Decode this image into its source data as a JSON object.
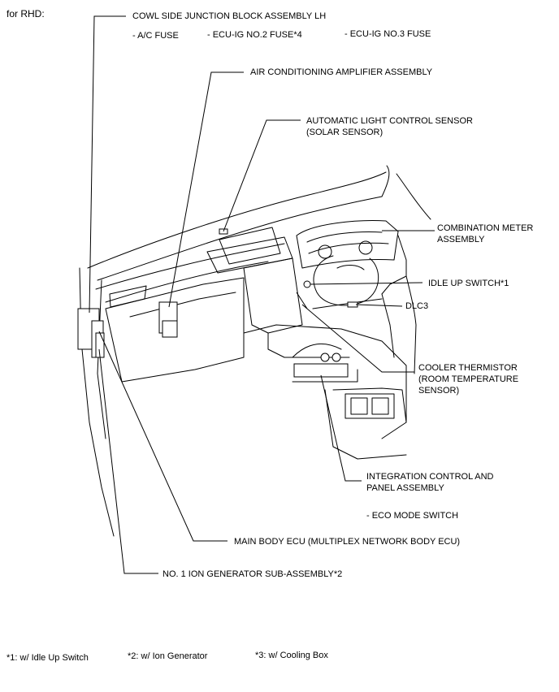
{
  "header": {
    "title": "for RHD:"
  },
  "labels": {
    "cowl_jb": "COWL SIDE JUNCTION BLOCK ASSEMBLY LH",
    "ac_fuse": "- A/C FUSE",
    "ecu_ig2": "- ECU-IG NO.2 FUSE*4",
    "ecu_ig3": "- ECU-IG NO.3 FUSE",
    "ac_amp": "AIR CONDITIONING AMPLIFIER ASSEMBLY",
    "solar_1": "AUTOMATIC LIGHT CONTROL SENSOR",
    "solar_2": "(SOLAR SENSOR)",
    "meter_1": "COMBINATION METER",
    "meter_2": "ASSEMBLY",
    "idle_up": "IDLE UP SWITCH*1",
    "dlc3": "DLC3",
    "cooler_1": "COOLER THERMISTOR",
    "cooler_2": "(ROOM TEMPERATURE",
    "cooler_3": "SENSOR)",
    "icp_1": "INTEGRATION CONTROL AND",
    "icp_2": "PANEL ASSEMBLY",
    "eco": "- ECO MODE SWITCH",
    "main_ecu": "MAIN BODY ECU (MULTIPLEX NETWORK BODY ECU)",
    "ion_gen": "NO. 1 ION GENERATOR SUB-ASSEMBLY*2"
  },
  "footnotes": {
    "n1": "*1: w/ Idle Up Switch",
    "n2": "*2: w/ Ion Generator",
    "n3": "*3: w/ Cooling Box"
  }
}
